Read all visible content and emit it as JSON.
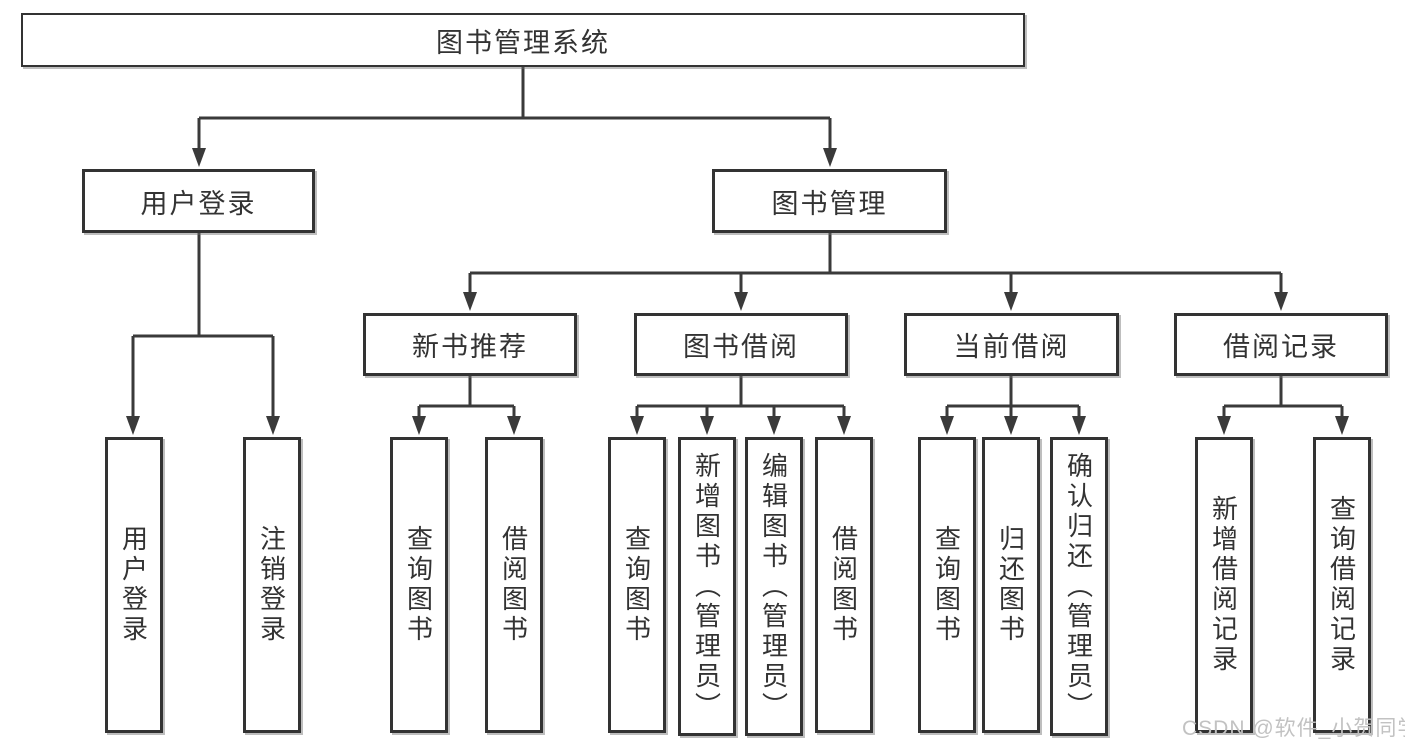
{
  "diagram": {
    "root": "图书管理系统",
    "level1": {
      "user_login": "用户登录",
      "book_mgmt": "图书管理"
    },
    "level2": {
      "new_books": "新书推荐",
      "borrowing": "图书借阅",
      "current": "当前借阅",
      "records": "借阅记录"
    },
    "leaves": {
      "login": "用户登录",
      "logout": "注销登录",
      "nb_query": "查询图书",
      "nb_borrow": "借阅图书",
      "bw_query": "查询图书",
      "bw_add": "新增图书（管理员）",
      "bw_edit": "编辑图书（管理员）",
      "bw_borrow": "借阅图书",
      "cur_query": "查询图书",
      "cur_return": "归还图书",
      "cur_confirm": "确认归还（管理员）",
      "rec_add": "新增借阅记录",
      "rec_query": "查询借阅记录"
    }
  },
  "watermark": "CSDN @软件_小贺同学",
  "colors": {
    "line": "#3a3a3a",
    "box_border": "#333333",
    "box_fill": "#ffffff",
    "text": "#333333",
    "watermark": "#c2c2c2",
    "background": "#ffffff"
  }
}
